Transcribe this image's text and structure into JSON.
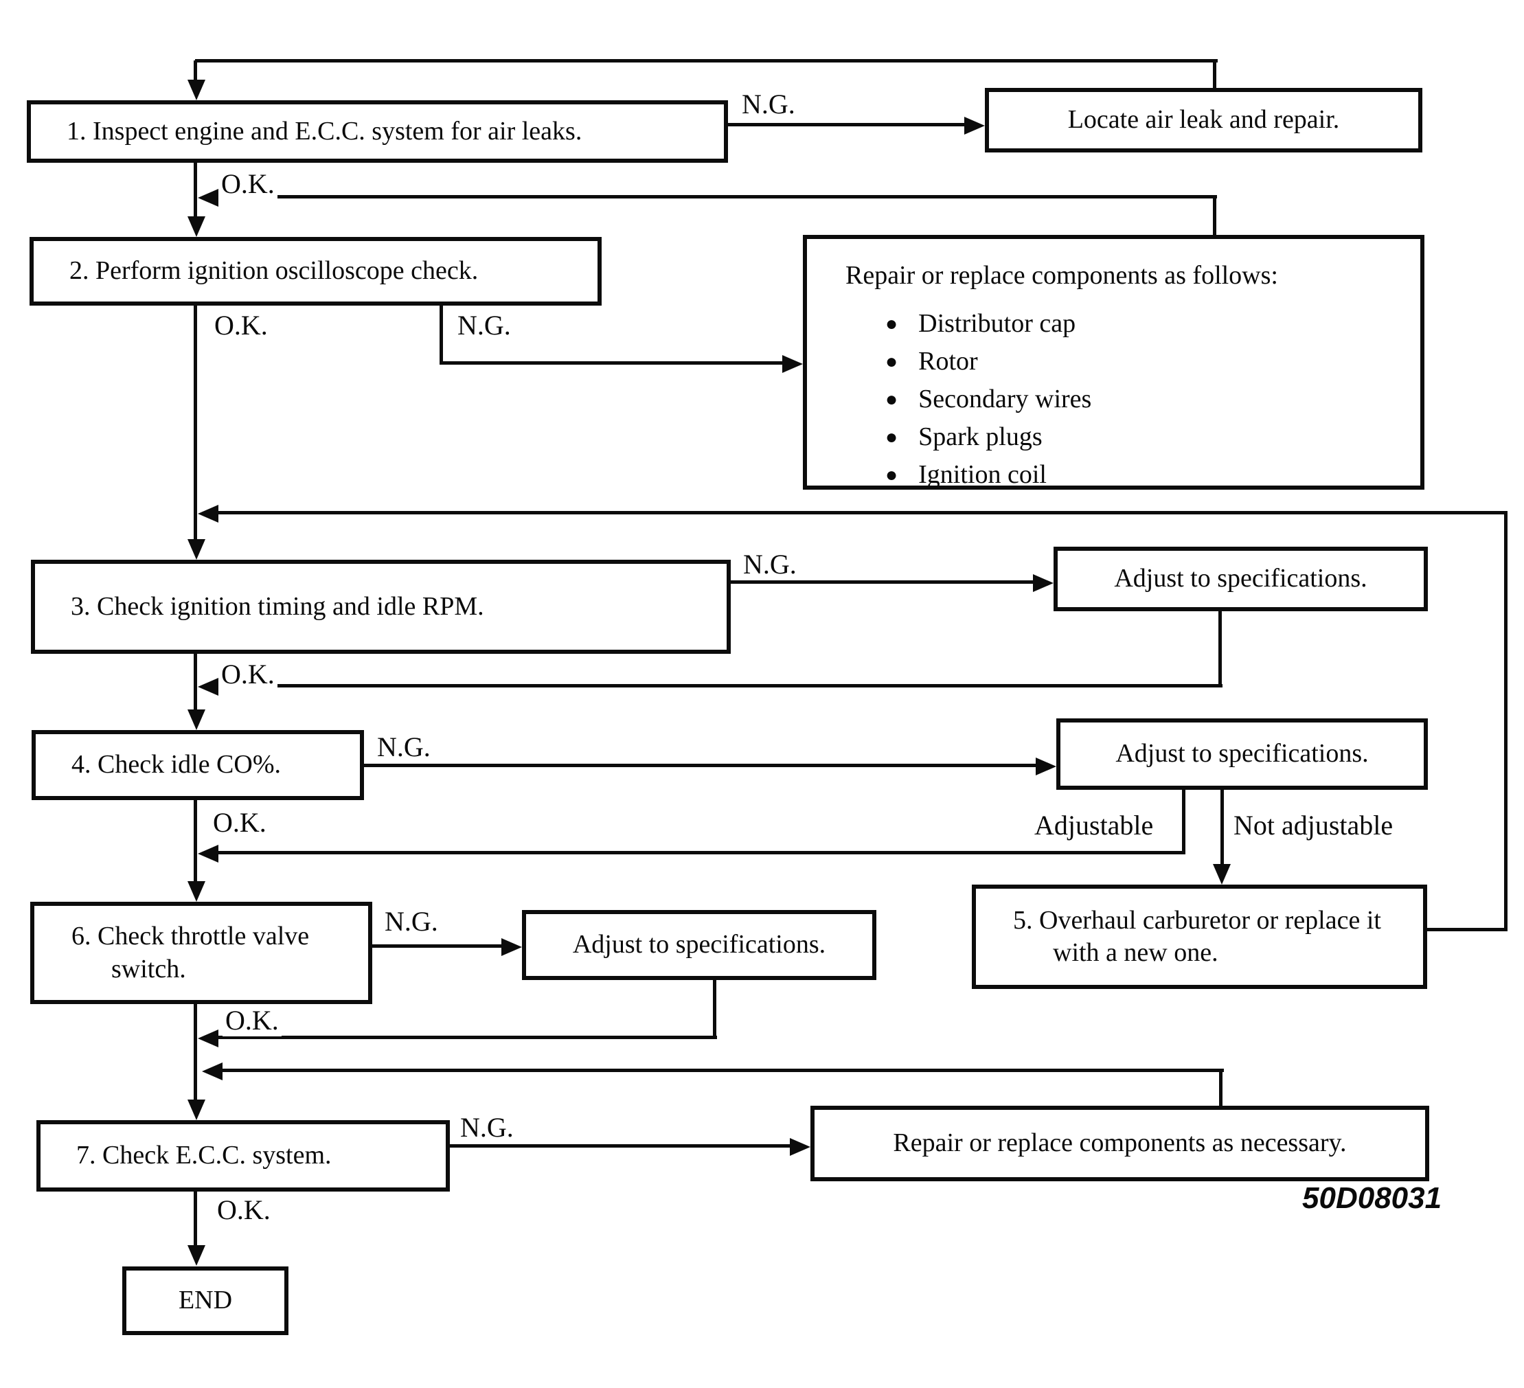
{
  "diagram": {
    "figure_code": "50D08031",
    "bullet_glyph": "●",
    "labels": {
      "ng": "N.G.",
      "ok": "O.K.",
      "adjustable": "Adjustable",
      "not_adjustable": "Not adjustable"
    },
    "nodes": {
      "step1": {
        "label": "1. Inspect engine and E.C.C. system for air leaks."
      },
      "locate_air_leak": {
        "label": "Locate air leak and repair."
      },
      "step2": {
        "label": "2. Perform ignition oscilloscope check."
      },
      "repair_components": {
        "title": "Repair or replace components as follows:",
        "items": [
          "Distributor cap",
          "Rotor",
          "Secondary wires",
          "Spark plugs",
          "Ignition coil"
        ]
      },
      "step3": {
        "label": "3. Check ignition timing and idle RPM."
      },
      "adjust_timing": {
        "label": "Adjust to specifications."
      },
      "step4": {
        "label": "4. Check idle CO%."
      },
      "adjust_co": {
        "label": "Adjust to specifications."
      },
      "step5": {
        "label": "5. Overhaul carburetor or replace it with a new one."
      },
      "step6": {
        "label": "6. Check throttle valve switch."
      },
      "adjust_throttle": {
        "label": "Adjust to specifications."
      },
      "step7": {
        "label": "7. Check E.C.C. system."
      },
      "repair_necessary": {
        "label": "Repair or replace components as necessary."
      },
      "end": {
        "label": "END"
      }
    }
  }
}
